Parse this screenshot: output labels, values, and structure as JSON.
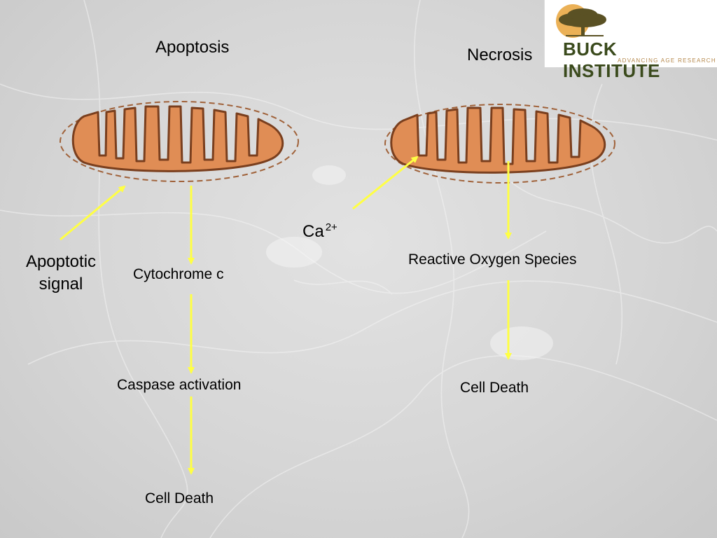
{
  "apoptosis": {
    "title": "Apoptosis",
    "signal_line1": "Apoptotic",
    "signal_line2": "signal",
    "steps": [
      "Cytochrome c",
      "Caspase activation",
      "Cell Death"
    ]
  },
  "necrosis": {
    "title": "Necrosis",
    "trigger": "Ca",
    "trigger_superscript": "2+",
    "steps": [
      "Reactive Oxygen Species",
      "Cell Death"
    ]
  },
  "logo": {
    "name": "BUCK INSTITUTE",
    "tagline": "ADVANCING AGE RESEARCH",
    "colors": {
      "text": "#3a4a1c",
      "tagline": "#b4874a",
      "tree": "#5a5124",
      "sun": "#e8a33a"
    }
  },
  "colors": {
    "mito_fill": "#e08d55",
    "mito_outline": "#7a3f1e",
    "outer_membrane": "#a0623a",
    "arrow": "#ffff44",
    "background": "#d8d8d8"
  }
}
